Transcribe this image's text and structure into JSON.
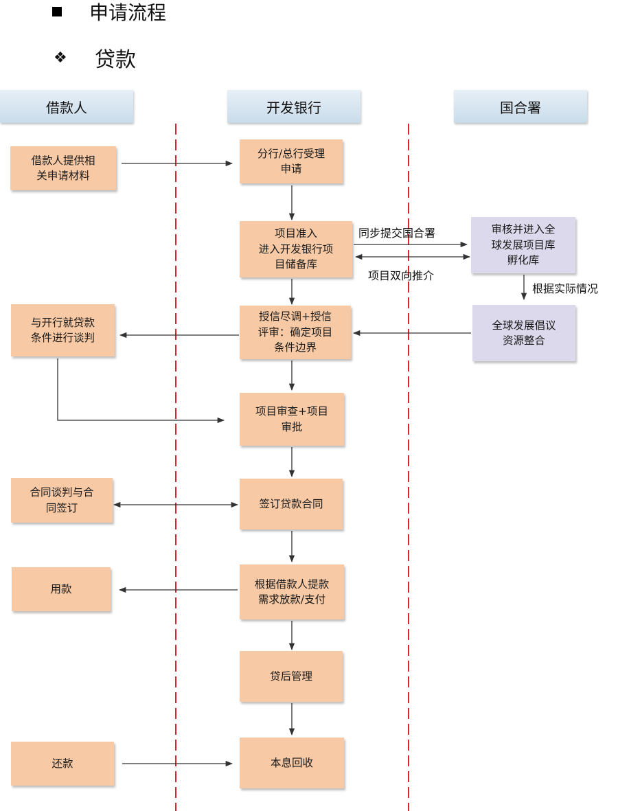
{
  "headings": {
    "section": "申请流程",
    "subsection": "贷款"
  },
  "lanes": {
    "borrower": "借款人",
    "bank": "开发银行",
    "un": "国合署"
  },
  "borrower_steps": {
    "submit": "借款人提供相\n关申请材料",
    "negotiate_terms": "与开行就贷款\n条件进行谈判",
    "contract_sign": "合同谈判与合\n同签订",
    "use_funds": "用款",
    "repay": "还款"
  },
  "bank_steps": {
    "accept": "分行/总行受理\n申请",
    "admission": "项目准入\n进入开发银行项\n目储备库",
    "credit_review": "授信尽调+授信\n评审：确定项目\n条件边界",
    "project_review": "项目审查+项目\n审批",
    "sign_contract": "签订贷款合同",
    "disburse": "根据借款人提款\n需求放款/支付",
    "post_loan": "贷后管理",
    "recover": "本息回收"
  },
  "un_steps": {
    "review_library": "审核并进入全\n球发展项目库\n孵化库",
    "gdi": "全球发展倡议\n资源整合"
  },
  "edge_labels": {
    "sync_submit": "同步提交国合署",
    "mutual_recommend": "项目双向推介",
    "per_situation": "根据实际情况"
  },
  "colors": {
    "step_box": "#f7c9a5",
    "un_box": "#dcd9ec",
    "lane_header": "#d6e4f0",
    "divider": "#d9262c"
  }
}
